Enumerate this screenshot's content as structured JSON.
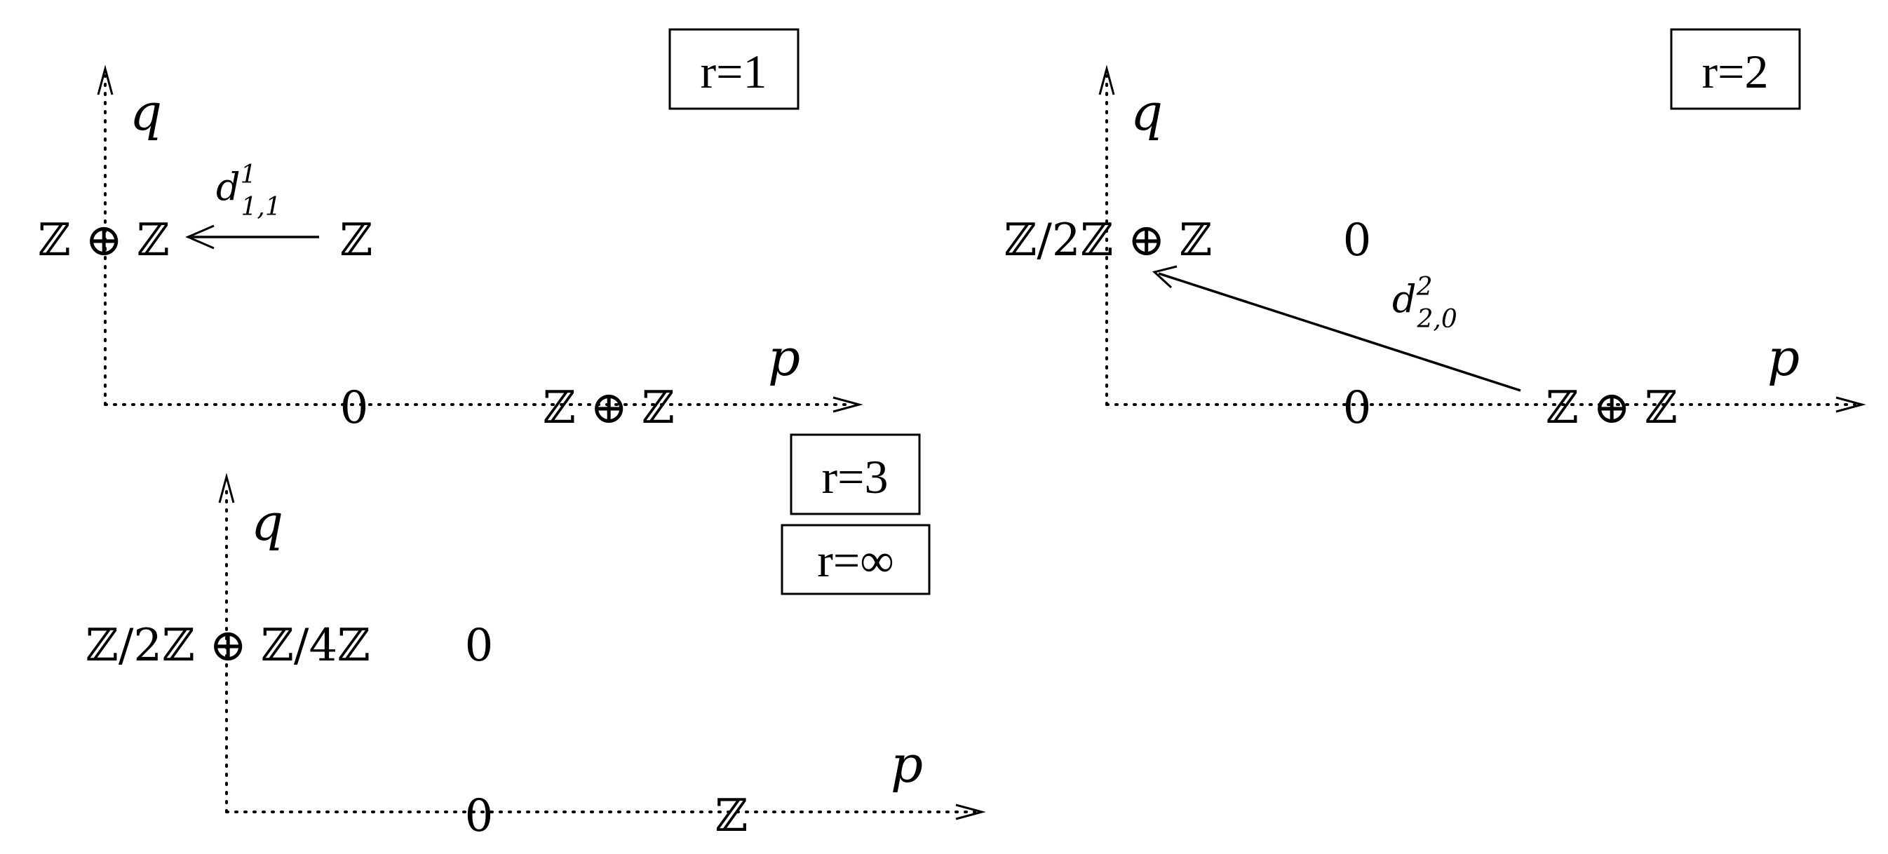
{
  "panels": [
    {
      "id": "r1",
      "label": "r=1",
      "axis_x": "p",
      "axis_y": "q",
      "entries": {
        "e_0_1": "ℤ ⊕ ℤ",
        "e_1_1": "ℤ",
        "e_1_0": "0",
        "e_2_0": "ℤ ⊕ ℤ"
      },
      "differential": {
        "base": "d",
        "sup": "1",
        "sub": "1,1"
      }
    },
    {
      "id": "r2",
      "label": "r=2",
      "axis_x": "p",
      "axis_y": "q",
      "entries": {
        "e_0_1": "ℤ/2ℤ ⊕ ℤ",
        "e_1_1": "0",
        "e_1_0": "0",
        "e_2_0": "ℤ ⊕ ℤ"
      },
      "differential": {
        "base": "d",
        "sup": "2",
        "sub": "2,0"
      }
    },
    {
      "id": "r3",
      "labels": [
        "r=3",
        "r=∞"
      ],
      "axis_x": "p",
      "axis_y": "q",
      "entries": {
        "e_0_1": "ℤ/2ℤ ⊕ ℤ/4ℤ",
        "e_1_1": "0",
        "e_1_0": "0",
        "e_2_0": "ℤ"
      }
    }
  ]
}
